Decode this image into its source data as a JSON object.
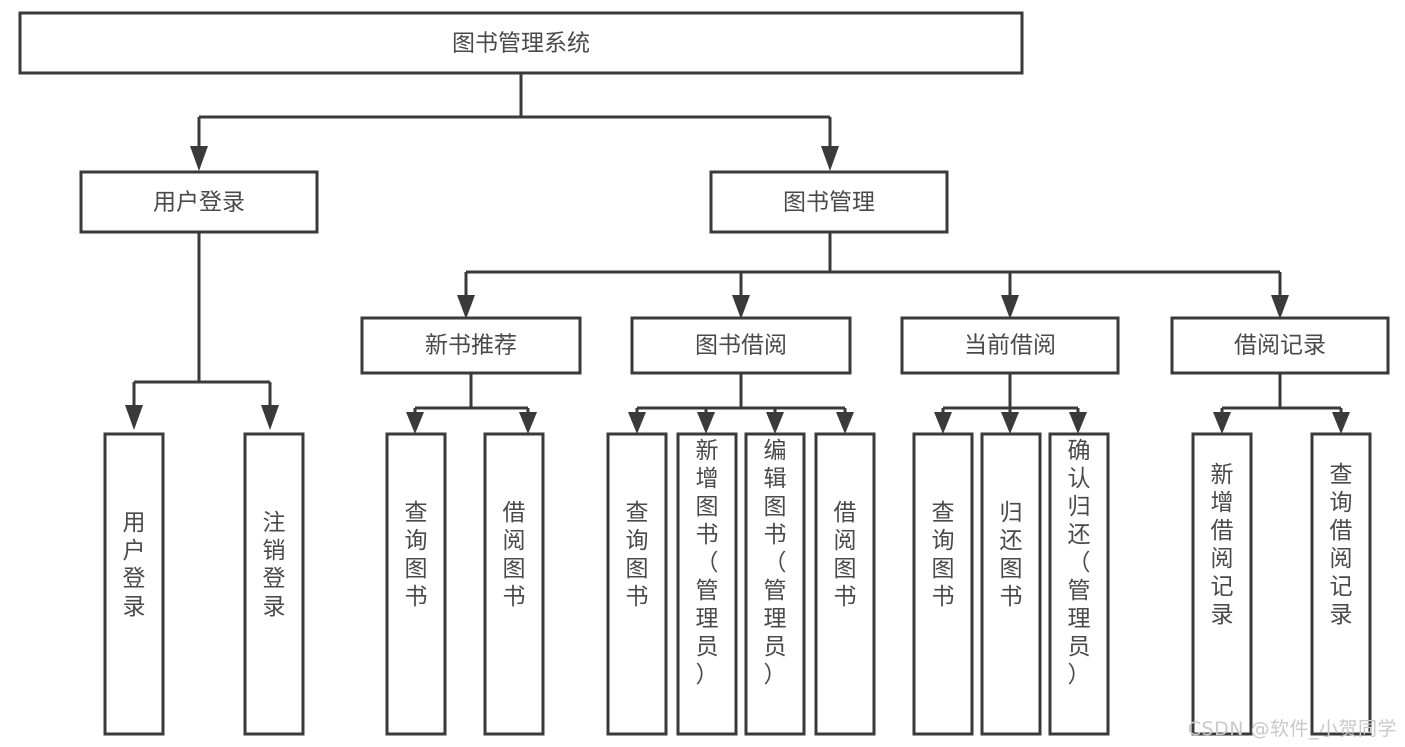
{
  "diagram": {
    "title": "图书管理系统",
    "type": "hierarchy-tree",
    "watermark": "CSDN @软件_小贺同学",
    "colors": {
      "stroke": "#3a3a3a",
      "fill": "#ffffff",
      "text": "#4a4a4a",
      "watermark": "#c9c9c9"
    },
    "levels": {
      "root": {
        "label": "图书管理系统"
      },
      "level2": [
        {
          "label": "用户登录"
        },
        {
          "label": "图书管理"
        }
      ],
      "level3": [
        {
          "label": "新书推荐"
        },
        {
          "label": "图书借阅"
        },
        {
          "label": "当前借阅"
        },
        {
          "label": "借阅记录"
        }
      ],
      "leaves": {
        "user_login": [
          {
            "label": "用户登录"
          },
          {
            "label": "注销登录"
          }
        ],
        "new_book": [
          {
            "label": "查询图书"
          },
          {
            "label": "借阅图书"
          }
        ],
        "book_borrow": [
          {
            "label": "查询图书"
          },
          {
            "label": "新增图书（管理员）"
          },
          {
            "label": "编辑图书（管理员）"
          },
          {
            "label": "借阅图书"
          }
        ],
        "current_borrow": [
          {
            "label": "查询图书"
          },
          {
            "label": "归还图书"
          },
          {
            "label": "确认归还（管理员）"
          }
        ],
        "borrow_record": [
          {
            "label": "新增借阅记录"
          },
          {
            "label": "查询借阅记录"
          }
        ]
      }
    }
  }
}
